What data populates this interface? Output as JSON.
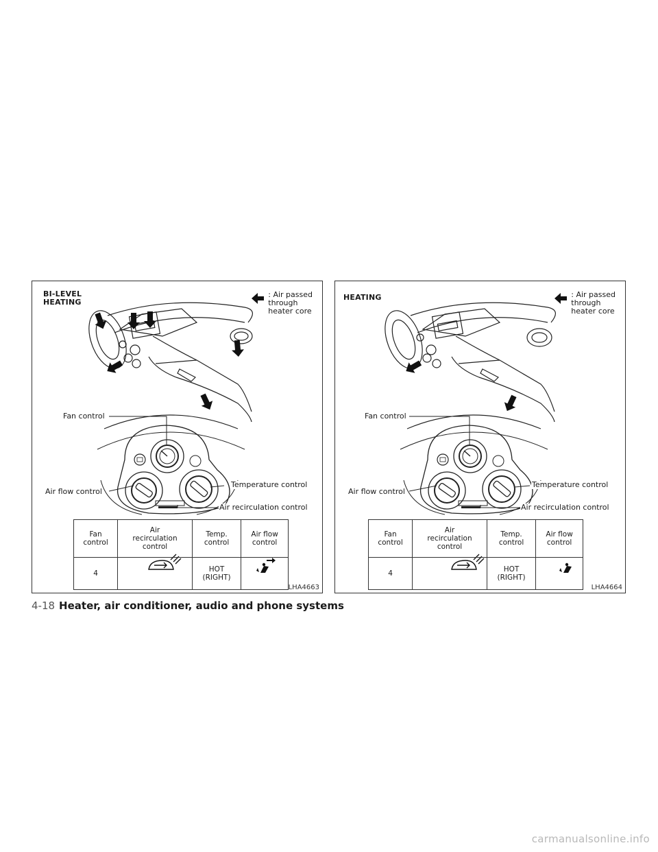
{
  "figures": [
    {
      "title": "BI-LEVEL\nHEATING",
      "legend": {
        "icon": "heated-air-arrow-icon",
        "text": ": Air passed\n   through\n   heater core"
      },
      "callouts": {
        "fan": "Fan control",
        "air_flow": "Air flow control",
        "temperature": "Temperature control",
        "recirculation": "Air recirculation control"
      },
      "table": {
        "headers": [
          "Fan\ncontrol",
          "Air\nrecirculation\ncontrol",
          "Temp.\ncontrol",
          "Air flow\ncontrol"
        ],
        "values": [
          "4",
          "outside-air-icon",
          "HOT\n(RIGHT)",
          "bi-level-icon"
        ]
      },
      "code": "LHA4663"
    },
    {
      "title": "HEATING",
      "legend": {
        "icon": "heated-air-arrow-icon",
        "text": ": Air passed\n   through\n   heater core"
      },
      "callouts": {
        "fan": "Fan control",
        "air_flow": "Air flow control",
        "temperature": "Temperature control",
        "recirculation": "Air recirculation control"
      },
      "table": {
        "headers": [
          "Fan\ncontrol",
          "Air\nrecirculation\ncontrol",
          "Temp.\ncontrol",
          "Air flow\ncontrol"
        ],
        "values": [
          "4",
          "outside-air-icon",
          "HOT\n(RIGHT)",
          "foot-icon"
        ]
      },
      "code": "LHA4664"
    }
  ],
  "footer": {
    "page_number": "4-18",
    "section_title": "Heater, air conditioner, audio and phone systems"
  },
  "watermark": "carmanualsonline.info",
  "colors": {
    "ink": "#1a1a1a",
    "watermark": "#b8b8b8"
  }
}
